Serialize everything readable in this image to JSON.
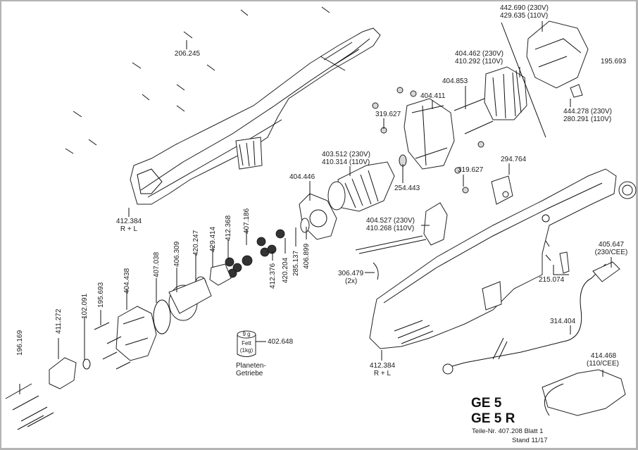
{
  "title": {
    "model_1": "GE 5",
    "model_2": "GE 5 R",
    "parts_list": "Teile-Nr. 407.208  Blatt 1",
    "status": "Stand  11/17"
  },
  "grease": {
    "amount": "9 g",
    "type": "Fett",
    "pack": "(1kg)",
    "part_no": "402.648",
    "caption_1": "Planeten-",
    "caption_2": "Getriebe"
  },
  "labels": {
    "p206245": "206.245",
    "p412384_top": "412.384",
    "p412384_top_side": "R + L",
    "p412384_bottom": "412.384",
    "p412384_bottom_side": "R + L",
    "p442690": "442.690 (230V)",
    "p429635": "429.635 (110V)",
    "p195693_top": "195.693",
    "p404462": "404.462 (230V)",
    "p410292": "410.292 (110V)",
    "p404853": "404.853",
    "p404411": "404.411",
    "p319627_a": "319.627",
    "p319627_b": "319.627",
    "p444278": "444.278 (230V)",
    "p280291": "280.291 (110V)",
    "p403512": "403.512 (230V)",
    "p410314": "410.314 (110V)",
    "p254443": "254.443",
    "p294764": "294.764",
    "p404446": "404.446",
    "p404527": "404.527 (230V)",
    "p410268": "410.268 (110V)",
    "p405647": "405.647",
    "p405647_var": "(230/CEE)",
    "p215074": "215.074",
    "p306479": "306.479",
    "p306479_qty": "(2x)",
    "p314404": "314.404",
    "p414468": "414.468",
    "p414468_var": "(110/CEE)",
    "v196169": "196.169",
    "v411272": "411.272",
    "v102091": "102.091",
    "v195693": "195.693",
    "v404438": "404.438",
    "v407038": "407.038",
    "v406309": "406.309",
    "v420247": "420.247",
    "v429414": "429.414",
    "v412368": "412.368",
    "v407186": "407.186",
    "v412376": "412.376",
    "v420204": "420.204",
    "v285137": "285.137",
    "v406899": "406.899"
  }
}
